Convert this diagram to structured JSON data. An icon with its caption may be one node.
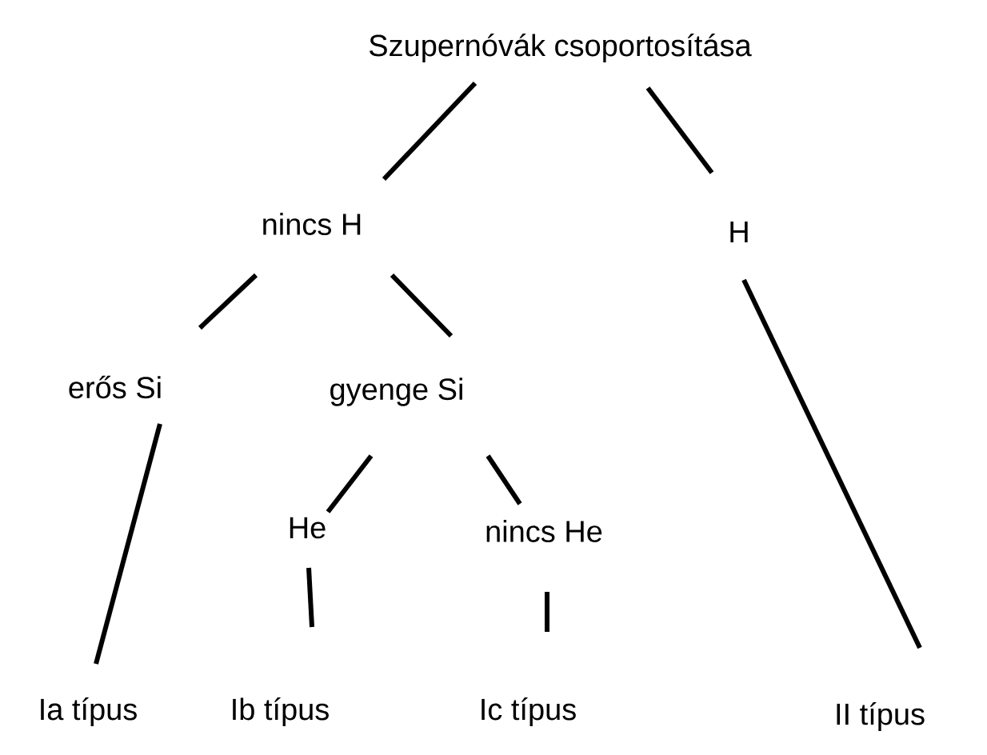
{
  "diagram": {
    "nodes": [
      {
        "text": [
          "Szupernóvák csoportosítása"
        ]
      },
      {
        "text": [
          "nincs H"
        ]
      },
      {
        "text": [
          "H"
        ]
      },
      {
        "text": [
          "erős Si"
        ]
      },
      {
        "text": [
          "gyenge Si"
        ]
      },
      {
        "text": [
          "He"
        ]
      },
      {
        "text": [
          "nincs He"
        ]
      },
      {
        "text": [
          "Ia típus"
        ]
      },
      {
        "text": [
          "Ib típus"
        ]
      },
      {
        "text": [
          "Ic típus"
        ]
      },
      {
        "text": [
          "II típus"
        ]
      }
    ],
    "edges": [
      {
        "from": 0,
        "to": 1,
        "arrow": "none"
      },
      {
        "from": 0,
        "to": 2,
        "arrow": "none"
      },
      {
        "from": 1,
        "to": 3,
        "arrow": "none"
      },
      {
        "from": 1,
        "to": 4,
        "arrow": "none"
      },
      {
        "from": 3,
        "to": 7,
        "arrow": "none"
      },
      {
        "from": 4,
        "to": 5,
        "arrow": "none"
      },
      {
        "from": 4,
        "to": 6,
        "arrow": "none"
      },
      {
        "from": 5,
        "to": 8,
        "arrow": "none"
      },
      {
        "from": 6,
        "to": 9,
        "arrow": "none"
      },
      {
        "from": 2,
        "to": 10,
        "arrow": "none"
      }
    ]
  }
}
